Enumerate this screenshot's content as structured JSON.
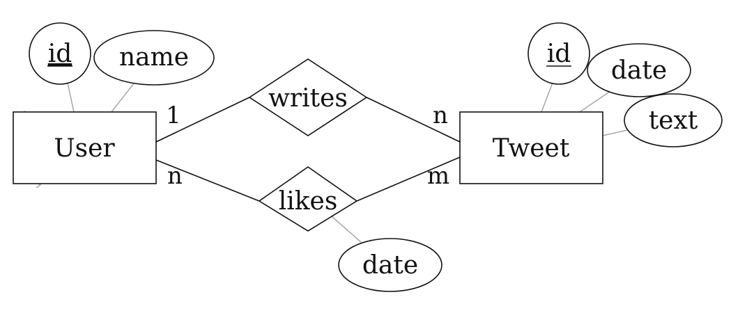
{
  "entities": {
    "user": {
      "label": "User",
      "attributes": {
        "id": "id",
        "name": "name"
      }
    },
    "tweet": {
      "label": "Tweet",
      "attributes": {
        "id": "id",
        "date": "date",
        "text": "text"
      }
    }
  },
  "relationships": {
    "writes": {
      "label": "writes",
      "user_cardinality": "1",
      "tweet_cardinality": "n"
    },
    "likes": {
      "label": "likes",
      "user_cardinality": "n",
      "tweet_cardinality": "m",
      "attributes": {
        "date": "date"
      }
    }
  }
}
